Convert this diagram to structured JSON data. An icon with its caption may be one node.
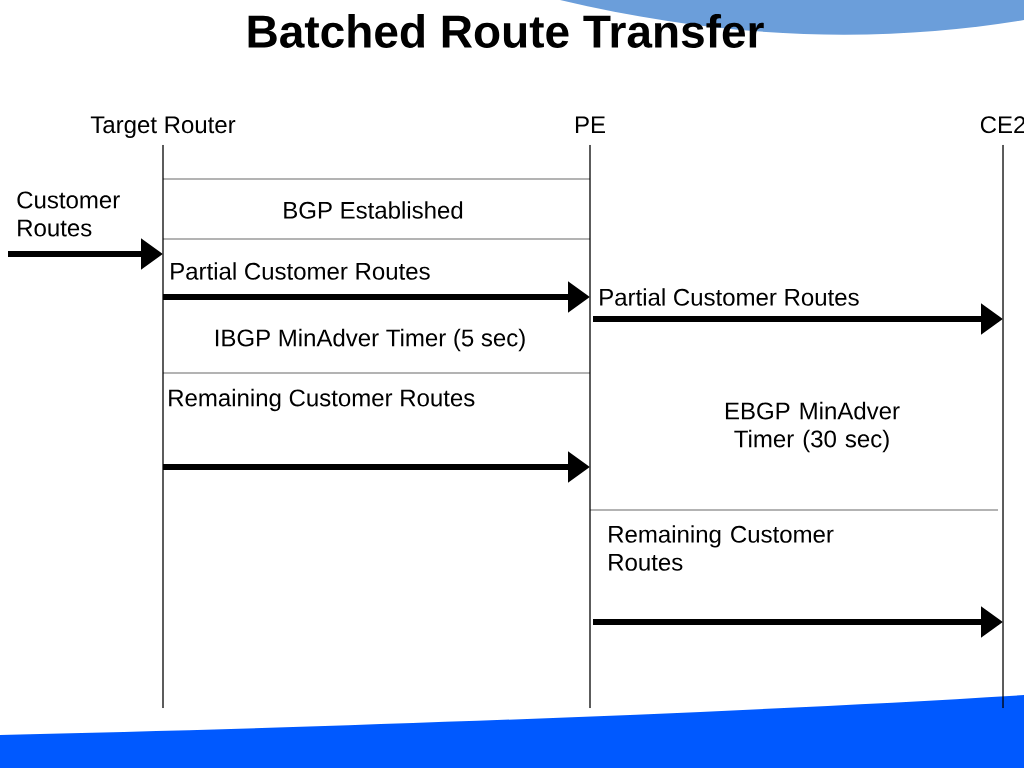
{
  "diagram": {
    "title": "Batched Route Transfer",
    "nodes": [
      {
        "text": [],
        "shape": "bar",
        "beside": [
          "Target Router"
        ]
      },
      {
        "text": [],
        "shape": "bar",
        "beside": [
          "PE"
        ]
      },
      {
        "text": [],
        "shape": "bar",
        "beside": [
          "CE2"
        ]
      }
    ],
    "edges": [
      {
        "from": null,
        "to": 0,
        "arrow": "to",
        "label": "Customer Routes"
      },
      {
        "from": 0,
        "to": 1,
        "arrow": "to",
        "label": "Partial Customer Routes"
      },
      {
        "from": 1,
        "to": 2,
        "arrow": "to",
        "label": "Partial Customer Routes"
      },
      {
        "from": 0,
        "to": 1,
        "arrow": "to",
        "label": "Remaining Customer Routes"
      },
      {
        "from": 1,
        "to": 2,
        "arrow": "to",
        "label": "Remaining Customer Routes"
      }
    ],
    "labels": [
      "BGP Established",
      "IBGP MinAdver Timer (5 sec)",
      "EBGP MinAdver Timer (30 sec)"
    ]
  }
}
